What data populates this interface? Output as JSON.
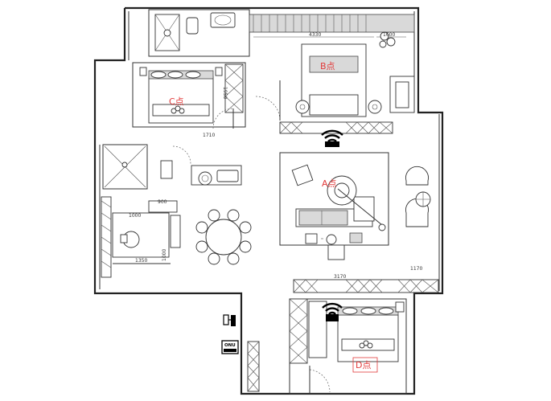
{
  "points": {
    "a": "A点",
    "b": "B点",
    "c": "C点",
    "d": "D点"
  },
  "dimensions": {
    "bedroom_b_width": "4330",
    "bedroom_b_small": "1600",
    "bedroom_c_depth": "1950",
    "kitchen_width": "1710",
    "bath_width": "900",
    "bath_inner": "1000",
    "balcony_width": "1350",
    "bath_depth": "1000",
    "storage_width": "1170",
    "bedroom_d_width": "3170"
  },
  "devices": {
    "onu_label": "ONU",
    "router_icon": "wifi-router-icon",
    "camera_icon": "camera-icon"
  },
  "colors": {
    "marker": "#e23a3a",
    "wall": "#222222"
  }
}
